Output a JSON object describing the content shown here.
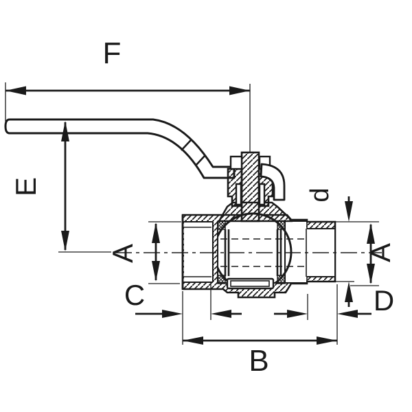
{
  "drawing": {
    "background_color": "#ffffff",
    "ink_color": "#1a1a1a",
    "subject": "ball-valve-cross-section-with-lever-handle",
    "labels": {
      "f": "F",
      "e": "E",
      "a_left": "A",
      "c": "C",
      "b": "B",
      "d_small": "d",
      "a_right": "A",
      "d_large": "D"
    }
  }
}
